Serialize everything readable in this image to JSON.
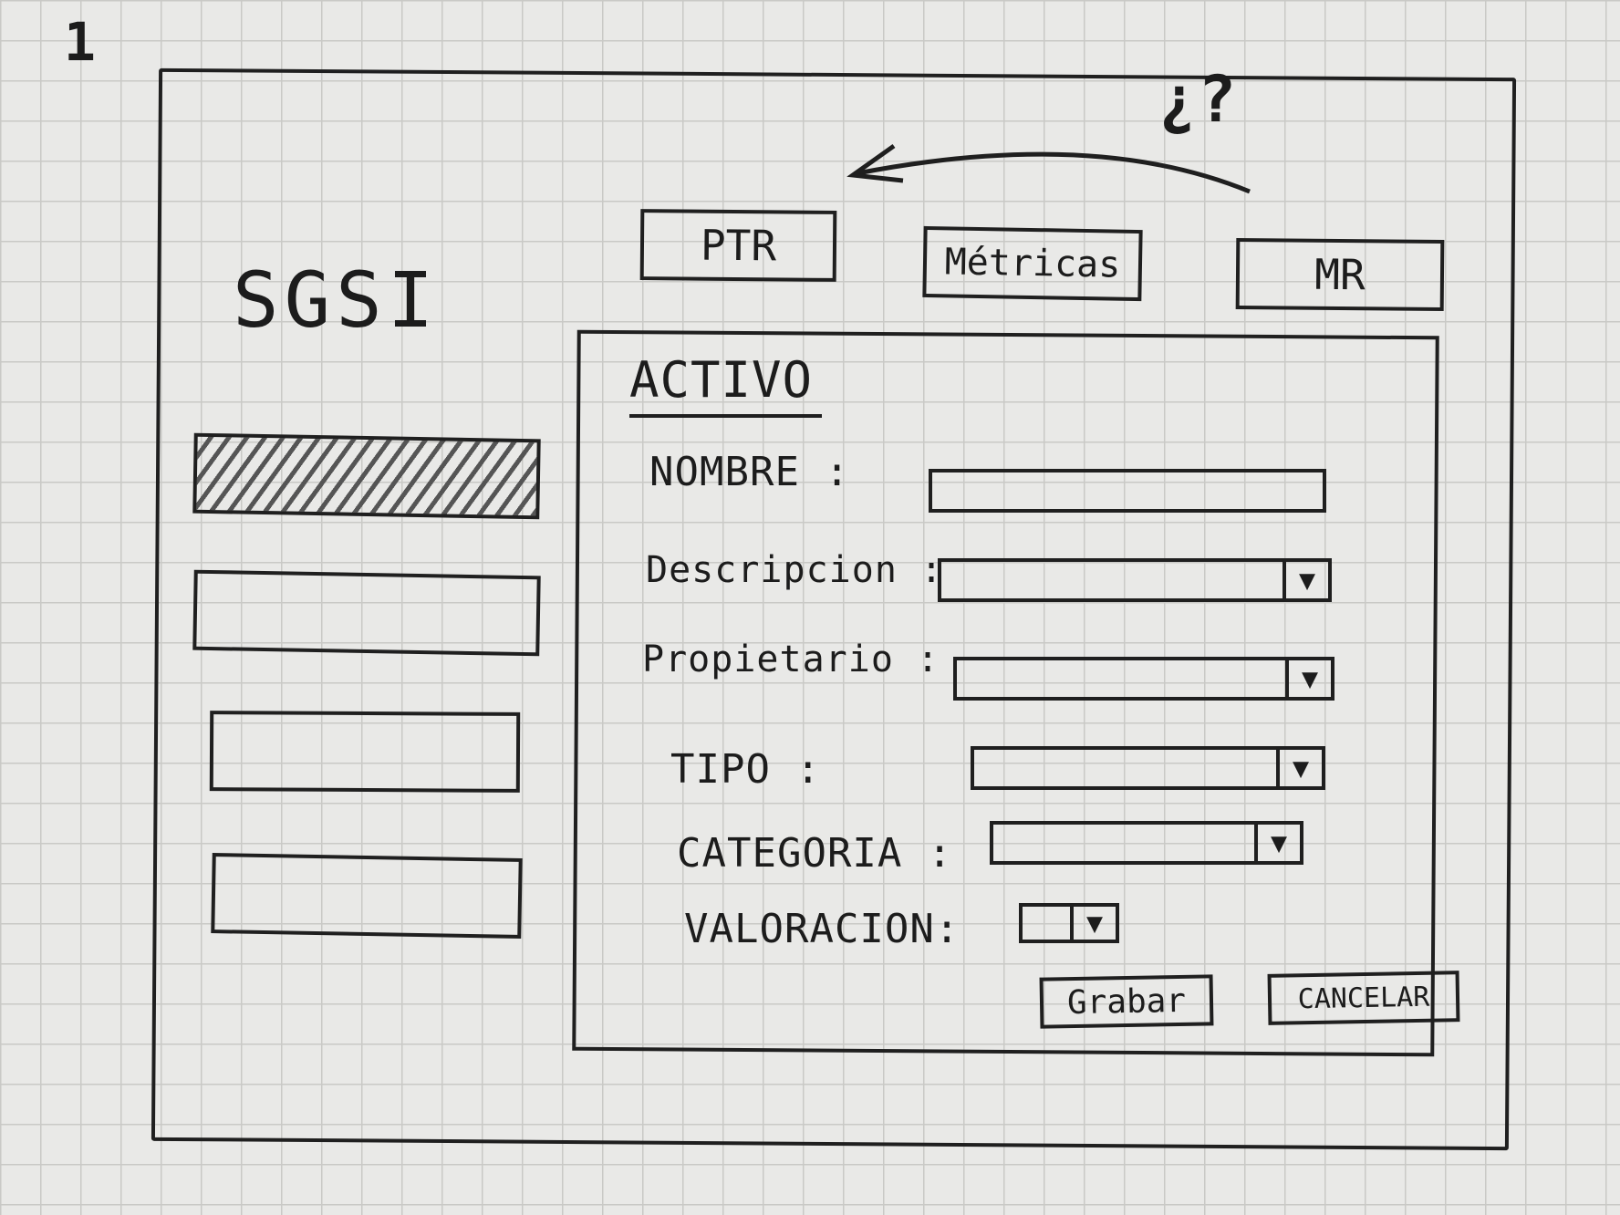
{
  "page_mark": "1",
  "header": {
    "help_label": "¿?",
    "tabs": [
      {
        "label": "PTR"
      },
      {
        "label": "Métricas"
      },
      {
        "label": "MR"
      }
    ]
  },
  "sidebar": {
    "brand": "SGSI"
  },
  "form": {
    "title": "ACTIVO",
    "fields": {
      "nombre": {
        "label": "NOMBRE :"
      },
      "descripcion": {
        "label": "Descripcion :"
      },
      "propietario": {
        "label": "Propietario :"
      },
      "tipo": {
        "label": "TIPO :"
      },
      "categoria": {
        "label": "CATEGORIA :"
      },
      "valoracion": {
        "label": "VALORACION:"
      }
    },
    "buttons": {
      "save_label": "Grabar",
      "cancel_label": "CANCELAR"
    }
  },
  "icons": {
    "dropdown": "chevron-down-icon",
    "help": "help-icon",
    "back_arrow": "arrow-left-icon"
  }
}
